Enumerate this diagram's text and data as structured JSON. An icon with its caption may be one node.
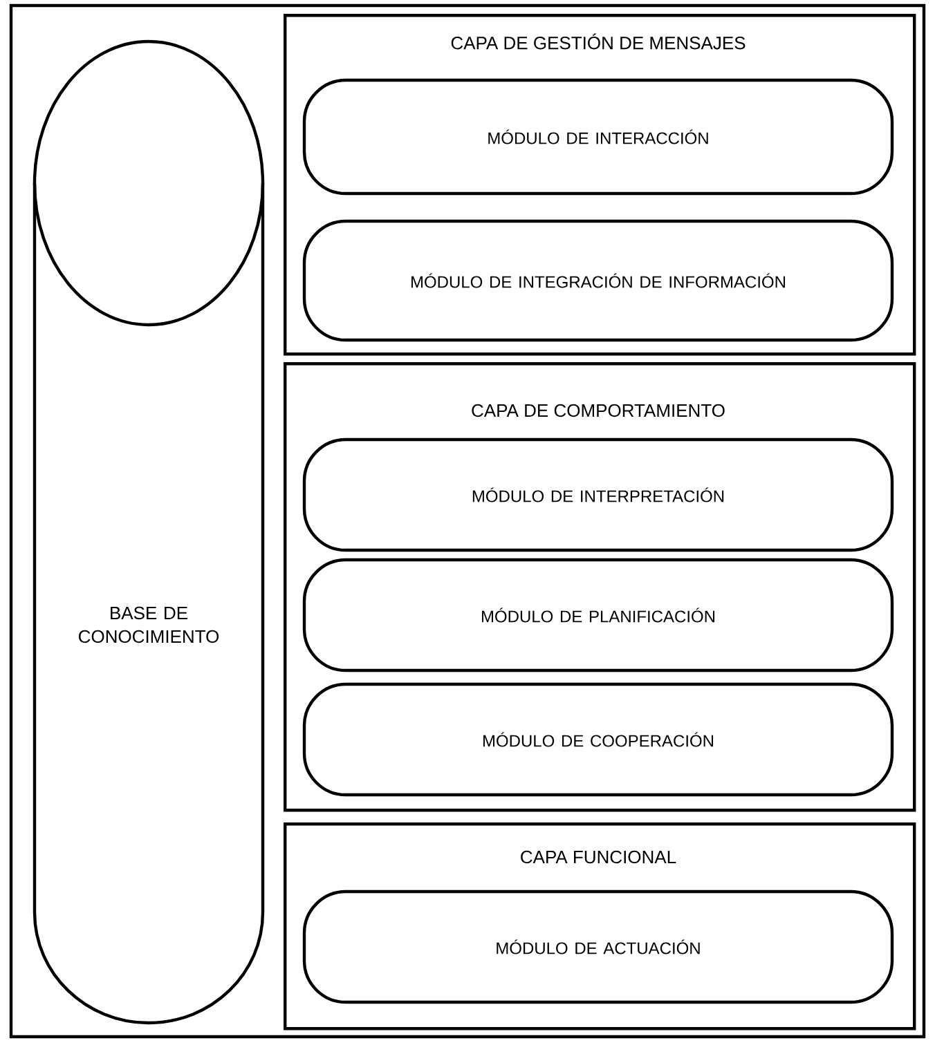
{
  "diagram": {
    "nodes": [
      {
        "text": [
          "BASE DE CONOCIMIENTO"
        ]
      },
      {
        "text": [
          "CAPA DE GESTIÓN DE MENSAJES"
        ]
      },
      {
        "text": [
          "MÓDULO DE INTERACCIÓN"
        ],
        "in": 1
      },
      {
        "text": [
          "MÓDULO DE INTEGRACIÓN DE INFORMACIÓN"
        ],
        "in": 1
      },
      {
        "text": [
          "CAPA DE COMPORTAMIENTO"
        ]
      },
      {
        "text": [
          "MÓDULO DE INTERPRETACIÓN"
        ],
        "in": 4
      },
      {
        "text": [
          "MÓDULO DE PLANIFICACIÓN"
        ],
        "in": 4
      },
      {
        "text": [
          "MÓDULO DE COOPERACIÓN"
        ],
        "in": 4
      },
      {
        "text": [
          "CAPA FUNCIONAL"
        ]
      },
      {
        "text": [
          "MÓDULO DE ACTUACIÓN"
        ],
        "in": 8
      }
    ]
  }
}
